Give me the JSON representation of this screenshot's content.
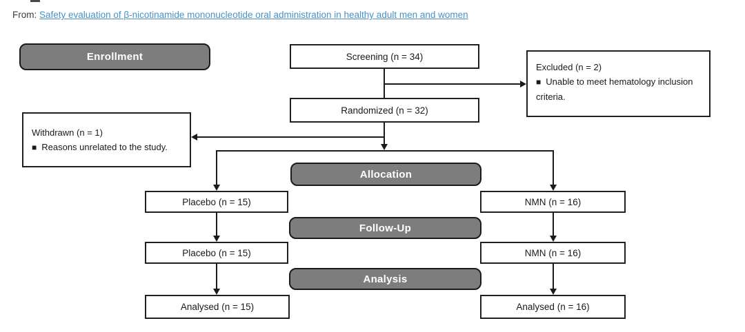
{
  "header": {
    "prefix": "From:",
    "link_text": "Safety evaluation of β-nicotinamide mononucleotide oral administration in healthy adult men and women"
  },
  "stages": {
    "enrollment": "Enrollment",
    "allocation": "Allocation",
    "followup": "Follow-Up",
    "analysis": "Analysis"
  },
  "nodes": {
    "screening": "Screening (n = 34)",
    "randomized": "Randomized (n = 32)",
    "excluded": {
      "title": "Excluded (n = 2)",
      "bullet": "■",
      "reason": "Unable to meet hematology inclusion criteria."
    },
    "withdrawn": {
      "title": "Withdrawn (n = 1)",
      "bullet": "■",
      "reason": "Reasons unrelated to the study."
    },
    "placebo_allocation": "Placebo (n = 15)",
    "nmn_allocation": "NMN (n = 16)",
    "placebo_followup": "Placebo (n = 15)",
    "nmn_followup": "NMN (n = 16)",
    "analysed_placebo": "Analysed (n = 15)",
    "analysed_nmn": "Analysed (n = 16)"
  },
  "colors": {
    "link": "#4a90c2",
    "band_bg": "#7d7d7d",
    "band_border": "#1a1a1a",
    "box_border": "#1f1f1f",
    "line": "#1a1a1a"
  }
}
